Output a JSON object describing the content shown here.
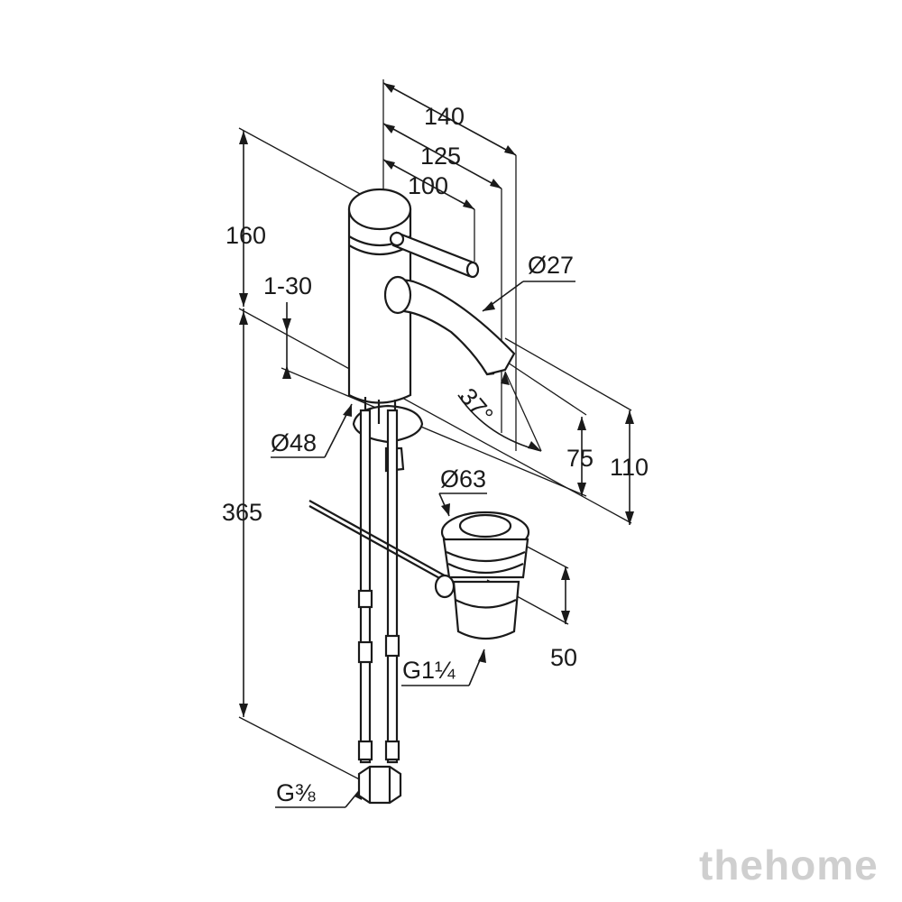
{
  "dimensions": {
    "d140": "140",
    "d125": "125",
    "d100": "100",
    "d160": "160",
    "d1_30": "1-30",
    "dia27": "Ø27",
    "deg37": "37°",
    "d75": "75",
    "d110": "110",
    "dia48": "Ø48",
    "dia63": "Ø63",
    "d365": "365",
    "d50": "50",
    "g114": "G1¼",
    "g38": "G⅜"
  },
  "watermark": "thehome"
}
